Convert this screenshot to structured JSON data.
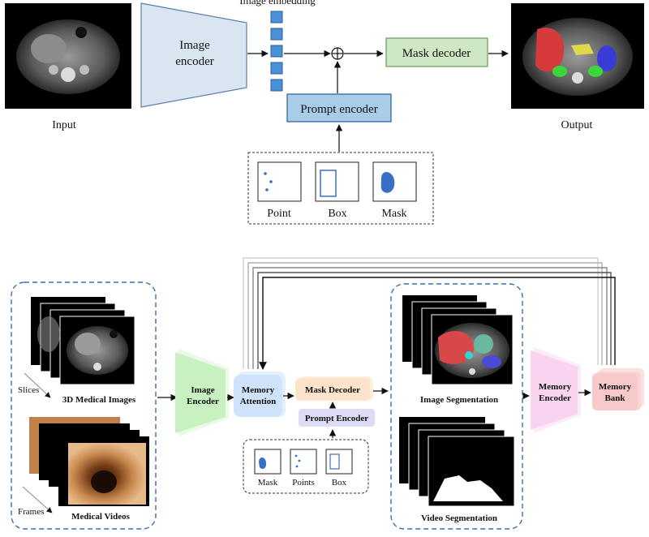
{
  "top": {
    "input_label": "Input",
    "output_label": "Output",
    "image_encoder_line1": "Image",
    "image_encoder_line2": "encoder",
    "image_embedding_label": "Image embedding",
    "mask_decoder_label": "Mask decoder",
    "prompt_encoder_label": "Prompt encoder",
    "prompts": [
      {
        "label": "Point"
      },
      {
        "label": "Box"
      },
      {
        "label": "Mask"
      }
    ]
  },
  "bottom": {
    "slices_label": "Slices",
    "medical_images_label": "3D Medical Images",
    "frames_label": "Frames",
    "medical_videos_label": "Medical Videos",
    "image_encoder_line1": "Image",
    "image_encoder_line2": "Encoder",
    "memory_attention_line1": "Memory",
    "memory_attention_line2": "Attention",
    "mask_decoder_label": "Mask Decoder",
    "prompt_encoder_label": "Prompt Encoder",
    "prompts": [
      {
        "label": "Mask"
      },
      {
        "label": "Points"
      },
      {
        "label": "Box"
      }
    ],
    "image_segmentation_label": "Image Segmentation",
    "video_segmentation_label": "Video Segmentation",
    "memory_encoder_line1": "Memory",
    "memory_encoder_line2": "Encoder",
    "memory_bank_line1": "Memory",
    "memory_bank_line2": "Bank"
  },
  "colors": {
    "encoder_blue": "#d9e6f2",
    "embedding_blue": "#4a90d9",
    "mask_decoder_green": "#cfe8c4",
    "prompt_encoder_blue": "#a9cce8",
    "green_encoder": "#c8f0c0",
    "memory_attention": "#cfe4fb",
    "mask_decoder_orange": "#fde3cc",
    "prompt_encoder_purple": "#dcdcf7",
    "memory_encoder_pink": "#f8d4f0",
    "memory_bank_red": "#f8c9c9",
    "dashed_border": "#3a6fb0"
  }
}
